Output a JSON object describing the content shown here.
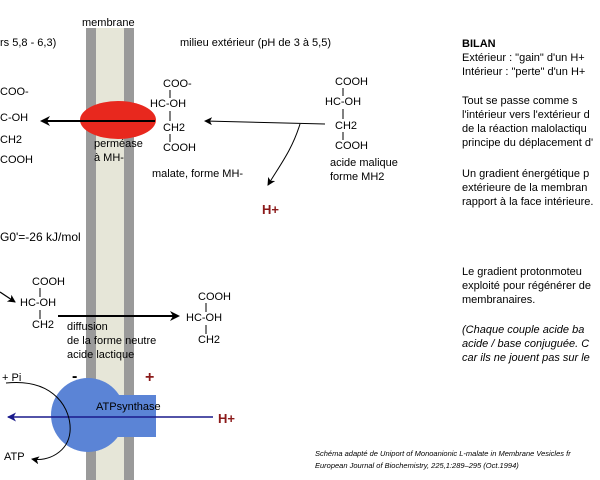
{
  "membrane": {
    "label": "membrane"
  },
  "inside_ph": "rs 5,8 - 6,3)",
  "outside_ph": "milieu extérieur (pH de 3 à 5,5)",
  "malate_inside": {
    "l1": "COO-",
    "l2": "C-OH",
    "l3": "CH2",
    "l4": "COOH"
  },
  "malate_mh": {
    "l1": "COO-",
    "l2": "HC-OH",
    "l3": "CH2",
    "l4": "COOH",
    "caption": "malate, forme MH-"
  },
  "acide_malique": {
    "l1": "COOH",
    "l2": "HC-OH",
    "l3": "CH2",
    "l4": "COOH",
    "caption1": "acide malique",
    "caption2": "forme MH2"
  },
  "permease": {
    "l1": "perméase",
    "l2": "à MH-"
  },
  "h_plus": "H+",
  "delta_g": "G0'=-26 kJ/mol",
  "lactic_left": {
    "l1": "COOH",
    "l2": "HC-OH",
    "l3": "CH2"
  },
  "lactic_right": {
    "l1": "COOH",
    "l2": "HC-OH",
    "l3": "CH2"
  },
  "diffusion": {
    "l1": "diffusion",
    "l2": "de la forme neutre",
    "l3": "acide lactique"
  },
  "minus_sign": "-",
  "plus_sign": "+",
  "adp_pi": "+ Pi",
  "atp": "ATP",
  "atpsynthase": "ATPsynthase",
  "bilan": {
    "title": "BILAN",
    "ext": "Extérieur : \"gain\" d'un H+",
    "int": "Intérieur : \"perte\" d'un H+",
    "p1": [
      "Tout se passe comme s",
      "l'intérieur vers l'extérieur d",
      "de la réaction malolactiqu",
      "principe du déplacement d'"
    ],
    "p2": [
      "Un gradient énergétique p",
      "extérieure de la membran",
      "rapport à la face intérieure."
    ],
    "p3": [
      "Le gradient protonmoteu",
      "exploité pour régénérer de",
      "membranaires."
    ],
    "p4": [
      "(Chaque couple acide ba",
      "acide / base conjuguée. C",
      "car ils ne jouent pas sur le"
    ]
  },
  "citation": {
    "l1": "Schéma adapté de Uniport of Monoanionic L-malate in Membrane Vesicles fr",
    "l2": "European Journal of Biochemistry, 225,1:289–295 (Oct.1994)"
  },
  "colors": {
    "membrane_outer": "#9a9a9a",
    "membrane_inner": "#e6e6d8",
    "permease": "#e8281e",
    "atpsynthase": "#5b84d6",
    "h_plus": "#8b1a1a",
    "arrow_blue": "#1a1a8c"
  }
}
